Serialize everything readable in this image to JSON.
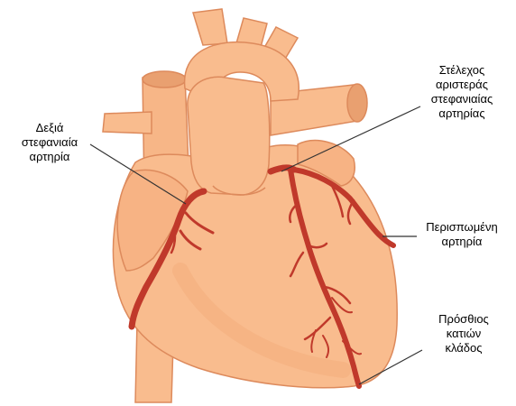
{
  "labels": {
    "right_coronary": [
      "Δεξιά",
      "στεφανιαία",
      "αρτηρία"
    ],
    "left_main": [
      "Στέλεχος",
      "αριστεράς",
      "στεφανιαίας",
      "αρτηρίας"
    ],
    "circumflex": [
      "Περισπωμένη",
      "αρτηρία"
    ],
    "lad": [
      "Πρόσθιος",
      "κατιών",
      "κλάδος"
    ]
  },
  "colors": {
    "heart_fill": "#f9bc8e",
    "heart_shade": "#f0a574",
    "heart_outline": "#dd8a5c",
    "artery": "#c0392b",
    "artery_dark": "#a02820",
    "leader_line": "#333333"
  }
}
